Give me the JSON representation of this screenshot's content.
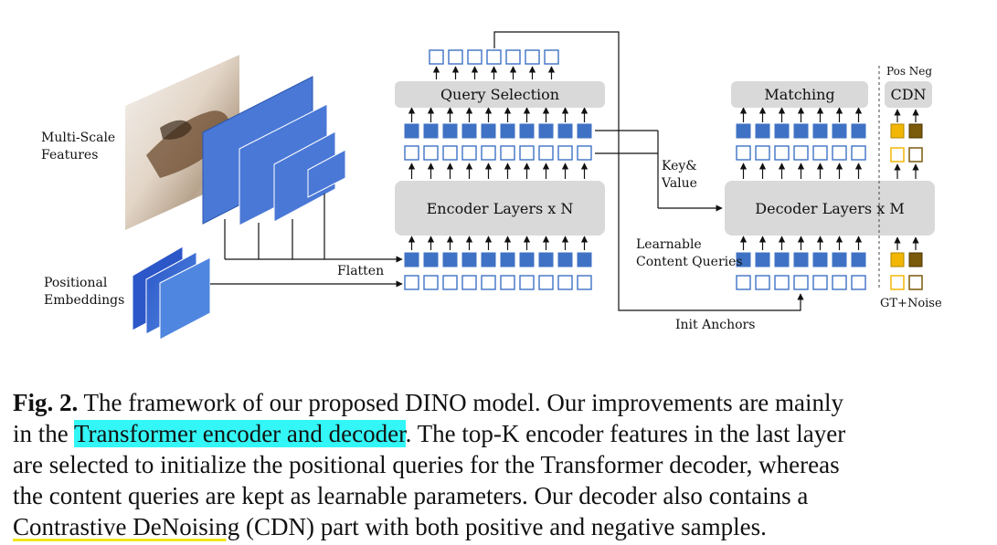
{
  "figure": {
    "labels": {
      "multi_scale_1": "Multi-Scale",
      "multi_scale_2": "Features",
      "positional_1": "Positional",
      "positional_2": "Embeddings",
      "flatten": "Flatten",
      "key_value_1": "Key&",
      "key_value_2": "Value",
      "init_anchors": "Init Anchors",
      "learnable_1": "Learnable",
      "learnable_2": "Content Queries",
      "gt_noise": "GT+Noise",
      "pos_neg": "Pos Neg"
    },
    "blocks": {
      "query_selection": "Query Selection",
      "encoder": "Encoder Layers x N",
      "matching": "Matching",
      "cdn": "CDN",
      "decoder": "Decoder Layers x M"
    },
    "colors": {
      "token_fill": "#3f72c4",
      "token_border": "#3f72c4",
      "feature_map": "#4a78d6",
      "block_fill": "#d9d9d9",
      "pos_sample": "#f2b705",
      "neg_sample": "#7a5a0b"
    }
  },
  "caption": {
    "fig_label": "Fig. 2.",
    "l1": " The framework of our proposed DINO model. Our improvements are mainly",
    "l2_pre": "in the ",
    "l2_highlight": "Transformer encoder and decoder",
    "l2_post": ". The top-K encoder features in the last layer",
    "l3": "are selected to initialize the positional queries for the Transformer decoder, whereas",
    "l4": "the content queries are kept as learnable parameters. Our decoder also contains a",
    "l5_underline": "Contrastive DeNoising",
    "l5_post": " (CDN) part with both positive and negative samples."
  }
}
